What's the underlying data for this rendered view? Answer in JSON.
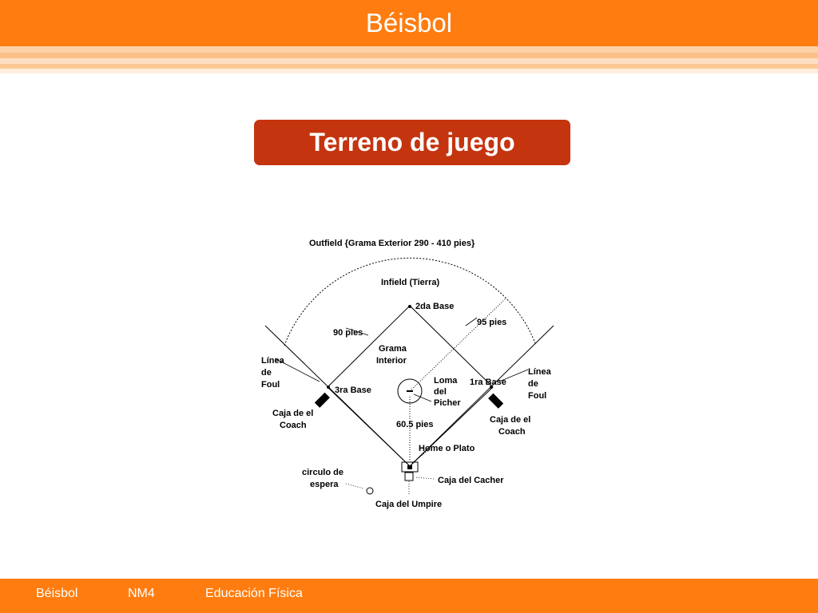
{
  "header": {
    "title": "Béisbol",
    "accent": "#ff7d10"
  },
  "section_label": "Terreno de juego",
  "diagram": {
    "outfield": "Outfield {Grama Exterior  290 - 410 pies}",
    "infield": "Infield (Tierra)",
    "second_base": "2da Base",
    "ninety": "90 pies",
    "ninety_five": "95 pies",
    "grass": [
      "Grama",
      "Interior"
    ],
    "foul_left": [
      "Línea",
      "de",
      "Foul"
    ],
    "foul_right": [
      "Línea",
      "de",
      "Foul"
    ],
    "third_base": "3ra Base",
    "first_base": "1ra Base",
    "mound": [
      "Loma",
      "del",
      "Picher"
    ],
    "coach_left": [
      "Caja de el",
      "Coach"
    ],
    "coach_right": [
      "Caja de el",
      "Coach"
    ],
    "sixty": "60.5 pies",
    "home": "Home o Plato",
    "circle": [
      "circulo de",
      "espera"
    ],
    "catcher": "Caja del Cacher",
    "umpire": "Caja del Umpire"
  },
  "footer": {
    "course": "Béisbol",
    "level": "NM4",
    "subject": "Educación Física"
  }
}
